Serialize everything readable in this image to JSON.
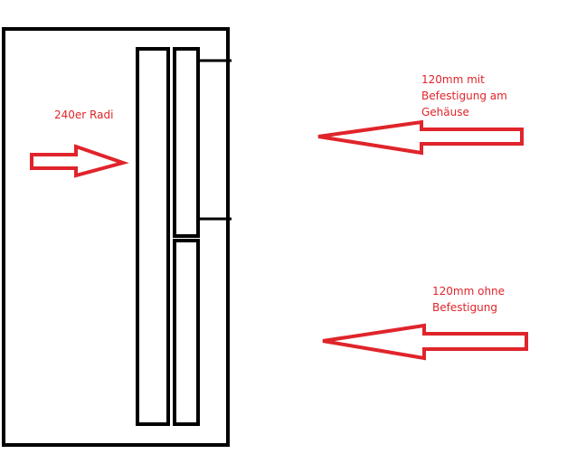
{
  "labels": {
    "radiator": "240er Radi",
    "fan_top_line1": "120mm mit",
    "fan_top_line2": "Befestigung am",
    "fan_top_line3": "Gehäuse",
    "fan_bottom_line1": "120mm ohne",
    "fan_bottom_line2": "Befestigung"
  },
  "colors": {
    "outline": "#000000",
    "annotation": "#e0242b"
  }
}
